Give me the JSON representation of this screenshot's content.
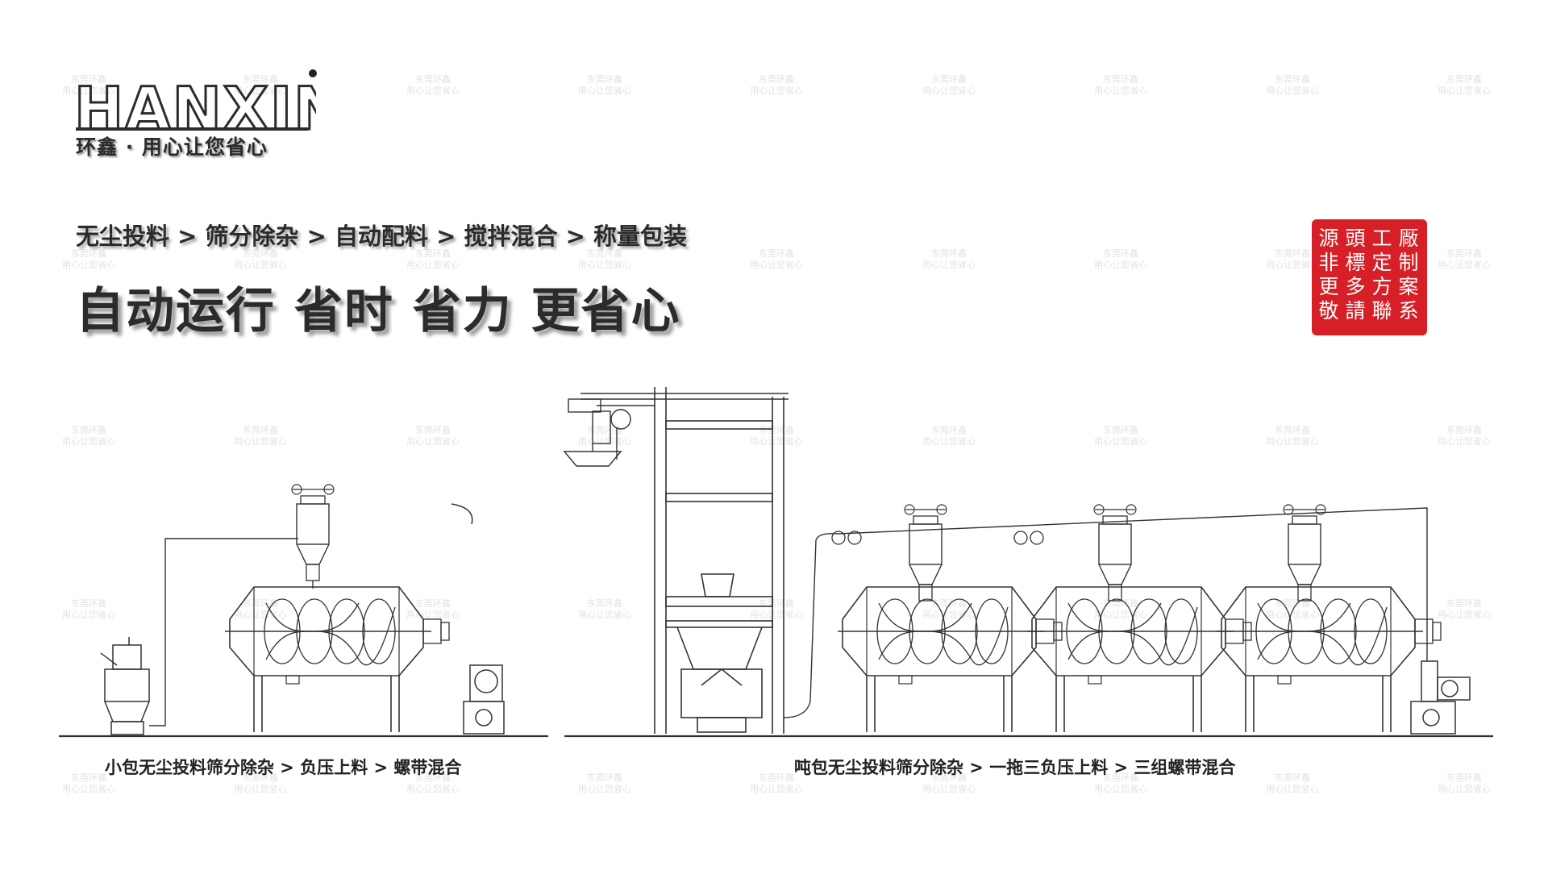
{
  "brand": {
    "logo_text": "HANXIN",
    "slogan": "环鑫 · 用心让您省心"
  },
  "process_line": "无尘投料 > 筛分除杂 > 自动配料 > 搅拌混合 > 称量包装",
  "headline": "自动运行 省时 省力 更省心",
  "seal": {
    "columns": [
      "厰制案系",
      "工定方聯",
      "頭標多請",
      "源非更敬"
    ]
  },
  "watermark": {
    "line1": "东莞环鑫",
    "line2": "用心让您省心"
  },
  "captions": {
    "left": "小包无尘投料筛分除杂 > 负压上料 > 螺带混合",
    "right": "吨包无尘投料筛分除杂 > 一拖三负压上料 > 三组螺带混合"
  },
  "colors": {
    "line": "#333333",
    "seal": "#d61f26",
    "text": "#2b2b2b"
  }
}
